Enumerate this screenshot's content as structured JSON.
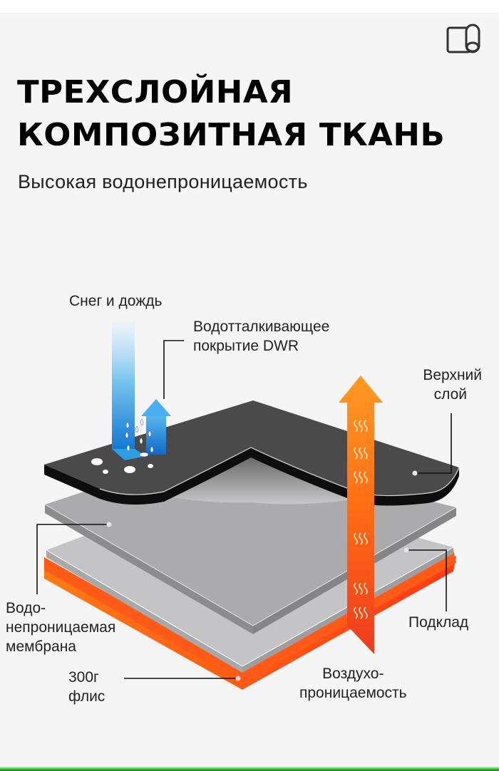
{
  "header": {
    "title_line1": "ТРЕХСЛОЙНАЯ",
    "title_line2": "КОМПОЗИТНАЯ ТКАНЬ",
    "subtitle": "Высокая водонепроницаемость",
    "icon": "fabric-roll-icon"
  },
  "diagram": {
    "labels": {
      "snow_rain": "Снег и дождь",
      "dwr_line1": "Водотталкивающее",
      "dwr_line2": "покрытие DWR",
      "top_layer_line1": "Верхний",
      "top_layer_line2": "слой",
      "membrane_line1": "Водо-",
      "membrane_line2": "непроницаемая",
      "membrane_line3": "мембрана",
      "lining": "Подклад",
      "fleece_line1": "300г",
      "fleece_line2": "флис",
      "breathability_line1": "Воздухо-",
      "breathability_line2": "проницаемость"
    },
    "icons": [
      "water-arrow-icon",
      "water-drops-icon",
      "heat-arrow-icon",
      "heat-waves-icon"
    ],
    "colors": {
      "background": "#f5f5f5",
      "top_layer": "#4a4a4a",
      "membrane": "#a9a9ab",
      "lining": "#bdbdbf",
      "fleece": "#ff4a14",
      "water_arrow": "#1e8fe0",
      "heat_arrow": "#ff6a10",
      "bottom_bar": "#3fc43f"
    }
  }
}
